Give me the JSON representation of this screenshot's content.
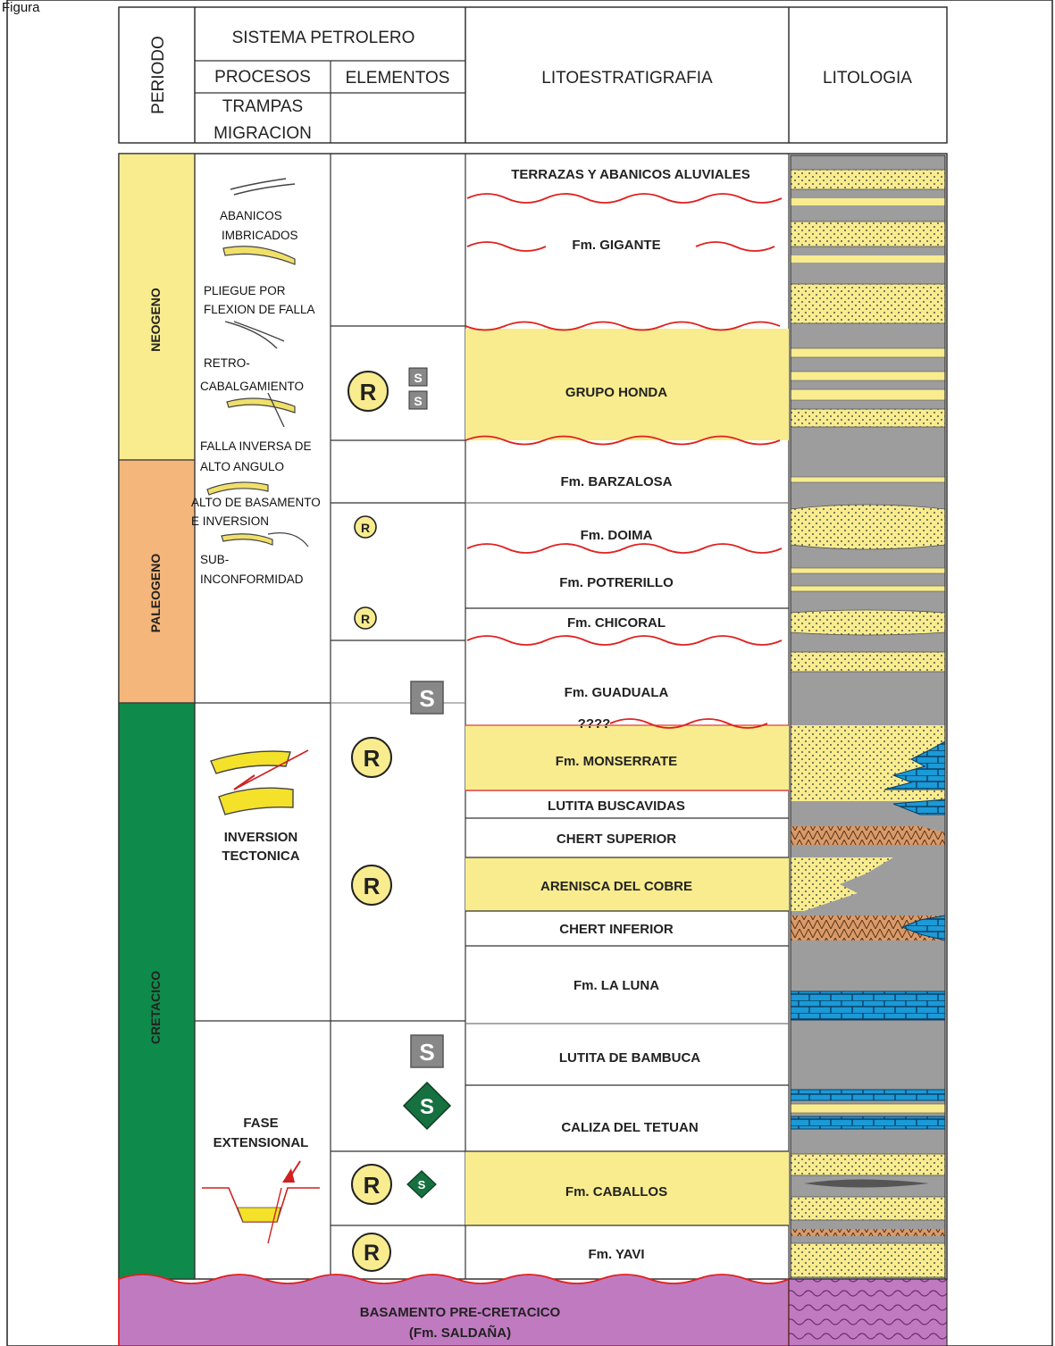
{
  "figure_label": "Figura",
  "header": {
    "periodo": "PERIODO",
    "sistema": "SISTEMA PETROLERO",
    "procesos": "PROCESOS",
    "elementos": "ELEMENTOS",
    "trampas": "TRAMPAS",
    "migracion": "MIGRACION",
    "litoestratigrafia": "LITOESTRATIGRAFIA",
    "litologia": "LITOLOGIA"
  },
  "periods": {
    "neogeno": "NEOGENO",
    "paleogeno": "PALEOGENO",
    "cretacico": "CRETACICO"
  },
  "period_colors": {
    "neogeno": "#f8ec8e",
    "paleogeno": "#f4b67a",
    "cretacico": "#0e8a4a",
    "basement": "#c07ac0"
  },
  "traps": {
    "abanicos_1": "ABANICOS",
    "abanicos_2": "IMBRICADOS",
    "pliegue_1": "PLIEGUE POR",
    "pliegue_2": "FLEXION DE FALLA",
    "retro_1": "RETRO-",
    "retro_2": "CABALGAMIENTO",
    "falla_1": "FALLA INVERSA DE",
    "falla_2": "ALTO ANGULO",
    "alto_1": "ALTO DE BASAMENTO",
    "alto_2": "E INVERSION",
    "sub_1": "SUB-",
    "sub_2": "INCONFORMIDAD",
    "inv_1": "INVERSION",
    "inv_2": "TECTONICA",
    "fase_1": "FASE",
    "fase_2": "EXTENSIONAL"
  },
  "elements": {
    "reservoir": "R",
    "seal": "S"
  },
  "units": {
    "terrazas": "TERRAZAS Y ABANICOS ALUVIALES",
    "gigante": "Fm. GIGANTE",
    "honda": "GRUPO HONDA",
    "barzalosa": "Fm. BARZALOSA",
    "doima": "Fm. DOIMA",
    "potrerillo": "Fm. POTRERILLO",
    "chicoral": "Fm. CHICORAL",
    "guaduala": "Fm. GUADUALA",
    "unknown": "????",
    "monserrate": "Fm. MONSERRATE",
    "buscavidas": "LUTITA BUSCAVIDAS",
    "chert_sup": "CHERT SUPERIOR",
    "cobre": "ARENISCA DEL COBRE",
    "chert_inf": "CHERT INFERIOR",
    "laluna": "Fm. LA LUNA",
    "bambuca": "LUTITA DE BAMBUCA",
    "tetuan": "CALIZA DEL TETUAN",
    "caballos": "Fm. CABALLOS",
    "yavi": "Fm. YAVI",
    "basamento_1": "BASAMENTO PRE-CRETACICO",
    "basamento_2": "(Fm. SALDAÑA)"
  },
  "colors": {
    "sand": "#f8ec8e",
    "shale": "#9d9d9d",
    "limestone": "#1a9ad6",
    "chert": "#d99a6a",
    "seal_box": "#888888",
    "source": "#16703f",
    "unconformity": "#e02020"
  }
}
